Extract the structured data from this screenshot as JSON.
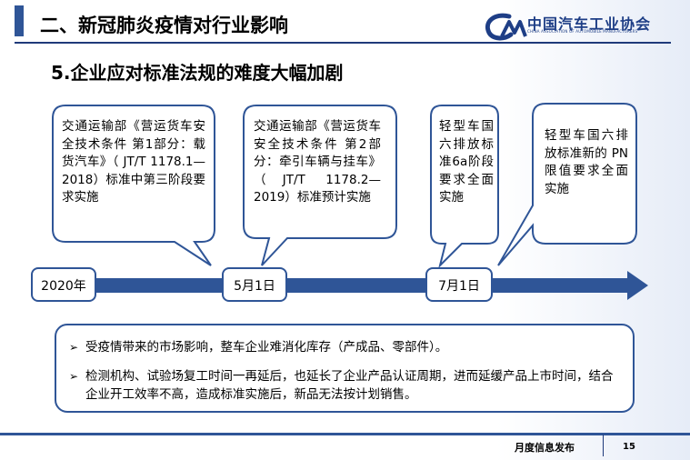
{
  "header": {
    "title": "二、新冠肺炎疫情对行业影响",
    "logo_text": "中国汽车工业协会",
    "logo_sub": "CHINA ASSOCIATION OF AUTOMOBILE MANUFACTURERS"
  },
  "subtitle": "5.企业应对标准法规的难度大幅加剧",
  "timeline": {
    "dates": [
      "2020年",
      "5月1日",
      "7月1日"
    ],
    "callouts": [
      "交通运输部《营运货车安全技术条件 第1部分：载货汽车》（ JT/T 1178.1—2018）标准中第三阶段要求实施",
      "交通运输部《营运货车安全技术条件 第2部分：牵引车辆与挂车》（JT/T 1178.2—2019）标准预计实施",
      "轻型车国六排放标准6a阶段要求全面实施",
      "轻型车国六排放标准新的 PN 限值要求全面实施"
    ]
  },
  "bullets": [
    "受疫情带来的市场影响，整车企业难消化库存（产成品、零部件）。",
    "检测机构、试验场复工时间一再延后，也延长了企业产品认证周期，进而延缓产品上市时间，结合企业开工效率不高，造成标准实施后，新品无法按计划销售。"
  ],
  "footer": {
    "label": "月度信息发布",
    "page": "15"
  },
  "colors": {
    "primary": "#2f5597",
    "logo": "#1e3e86"
  }
}
